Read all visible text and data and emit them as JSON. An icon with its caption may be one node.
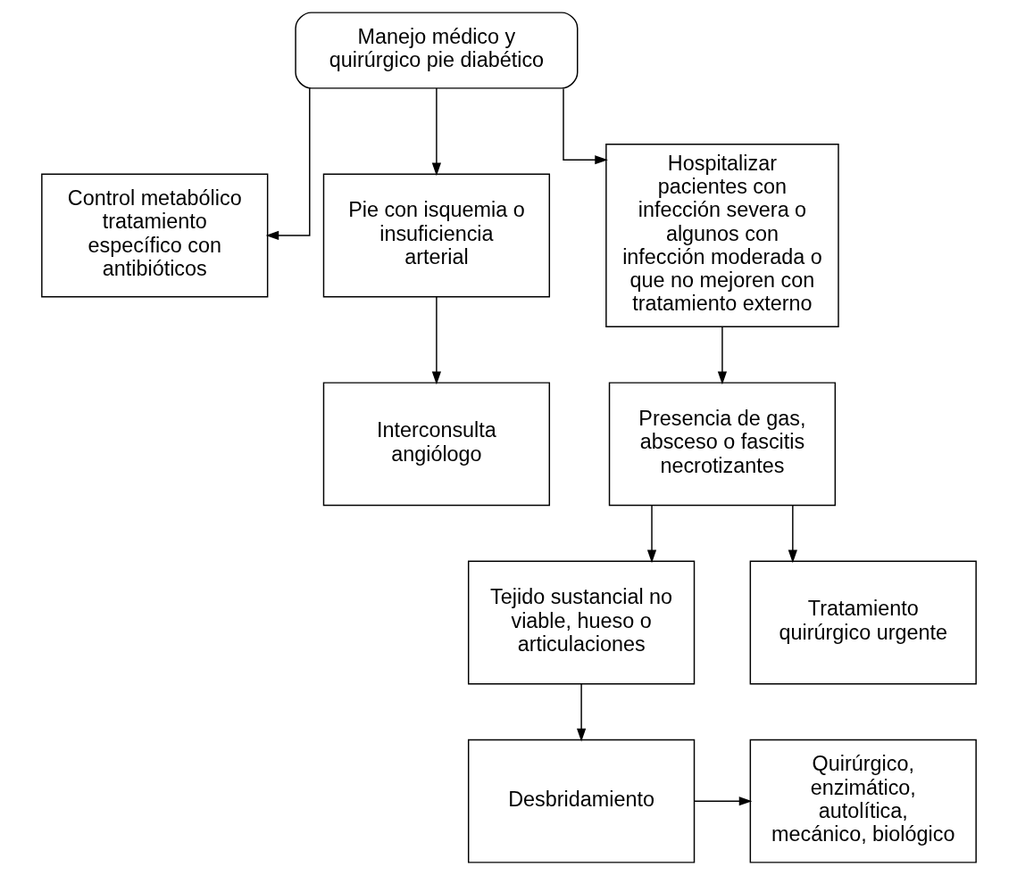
{
  "diagram": {
    "nodes": [
      {
        "text": [
          "Manejo médico y quirúrgico pie diabético"
        ]
      },
      {
        "text": [
          "Control metabólico tratamiento específico con antibióticos"
        ]
      },
      {
        "text": [
          "Pie con isquemia o insuficiencia arterial"
        ]
      },
      {
        "text": [
          "Hospitalizar pacientes con infección severa o algunos con infección moderada o que no mejoren con tratamiento externo"
        ]
      },
      {
        "text": [
          "Interconsulta angiólogo"
        ]
      },
      {
        "text": [
          "Presencia de gas, absceso o fascitis necrotizantes"
        ]
      },
      {
        "text": [
          "Tejido sustancial no viable, hueso o articulaciones"
        ]
      },
      {
        "text": [
          "Tratamiento quirúrgico urgente"
        ]
      },
      {
        "text": [
          "Desbridamiento"
        ]
      },
      {
        "text": [
          "Quirúrgico, enzimático, autolítica, mecánico, biológico"
        ]
      }
    ],
    "edges": [
      {
        "from": 0,
        "to": 1,
        "arrow": "to"
      },
      {
        "from": 0,
        "to": 2,
        "arrow": "to"
      },
      {
        "from": 0,
        "to": 3,
        "arrow": "to"
      },
      {
        "from": 2,
        "to": 4,
        "arrow": "to"
      },
      {
        "from": 3,
        "to": 5,
        "arrow": "to"
      },
      {
        "from": 5,
        "to": 6,
        "arrow": "to"
      },
      {
        "from": 5,
        "to": 7,
        "arrow": "to"
      },
      {
        "from": 6,
        "to": 8,
        "arrow": "to"
      },
      {
        "from": 8,
        "to": 9,
        "arrow": "to"
      }
    ]
  }
}
